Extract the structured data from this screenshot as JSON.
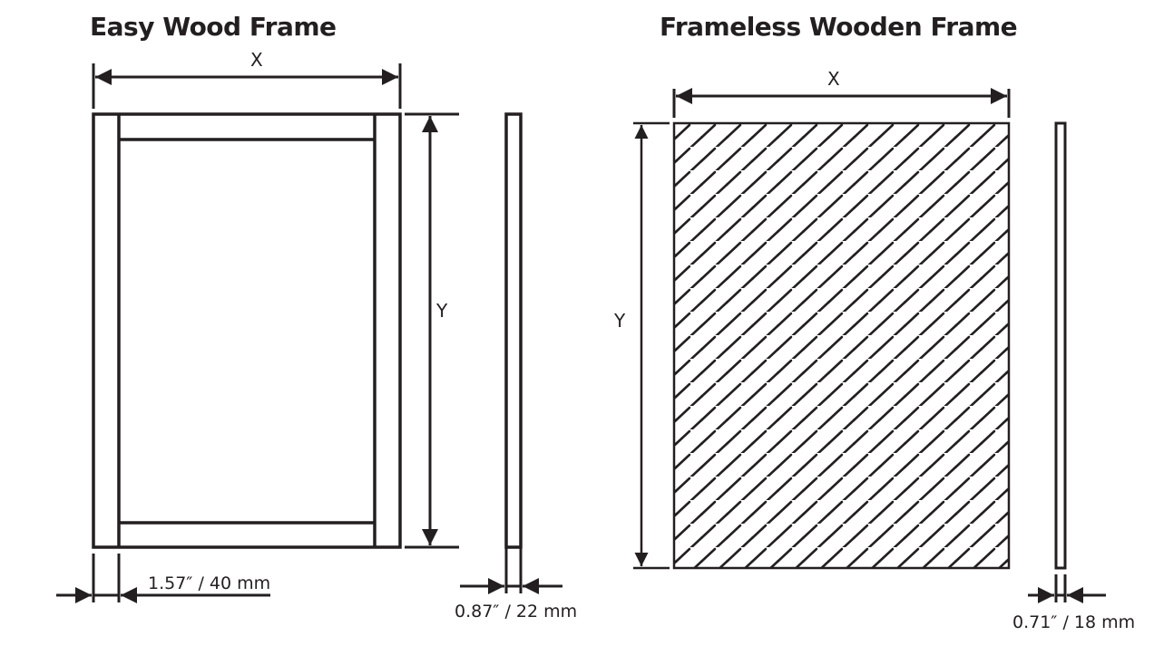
{
  "diagrams": [
    {
      "title": "Easy Wood Frame",
      "width_label": "X",
      "height_label": "Y",
      "frame_border_dimension": "1.57″ / 40 mm",
      "profile_thickness_dimension": "0.87″ / 22 mm"
    },
    {
      "title": "Frameless Wooden Frame",
      "width_label": "X",
      "height_label": "Y",
      "profile_thickness_dimension": "0.71″ / 18 mm",
      "fill_pattern": "diagonal-dash-hatch"
    }
  ],
  "colors": {
    "line": "#231f20",
    "background": "#ffffff"
  }
}
